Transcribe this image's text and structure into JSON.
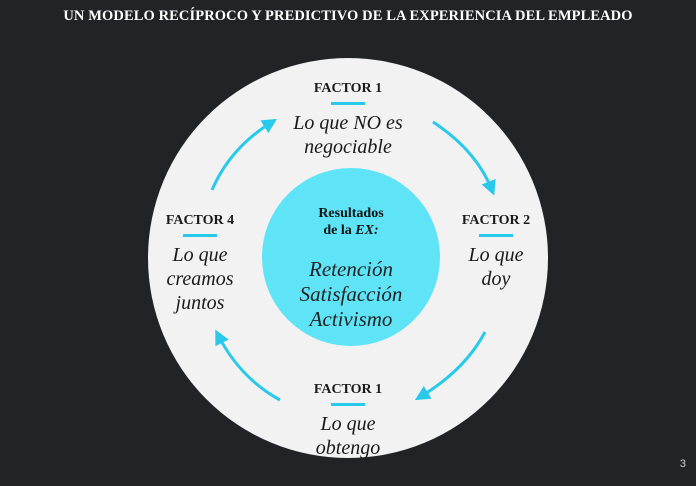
{
  "title": "UN MODELO RECÍPROCO Y PREDICTIVO DE LA EXPERIENCIA DEL EMPLEADO",
  "center": {
    "heading_line1": "Resultados",
    "heading_line2_prefix": "de la ",
    "heading_line2_em": "EX:",
    "items": [
      "Retención",
      "Satisfacción",
      "Activismo"
    ]
  },
  "factors": {
    "top": {
      "label": "FACTOR 1",
      "lines": [
        "Lo que NO es",
        "negociable"
      ]
    },
    "right": {
      "label": "FACTOR 2",
      "lines": [
        "Lo que",
        "doy"
      ]
    },
    "bottom": {
      "label": "FACTOR 1",
      "lines": [
        "Lo que",
        "obtengo"
      ]
    },
    "left": {
      "label": "FACTOR 4",
      "lines": [
        "Lo que",
        "creamos",
        "juntos"
      ]
    }
  },
  "page_number": "3",
  "colors": {
    "background": "#212327",
    "outer_circle": "#f2f2f2",
    "inner_circle": "#5fe4f7",
    "accent": "#29c9ec"
  }
}
